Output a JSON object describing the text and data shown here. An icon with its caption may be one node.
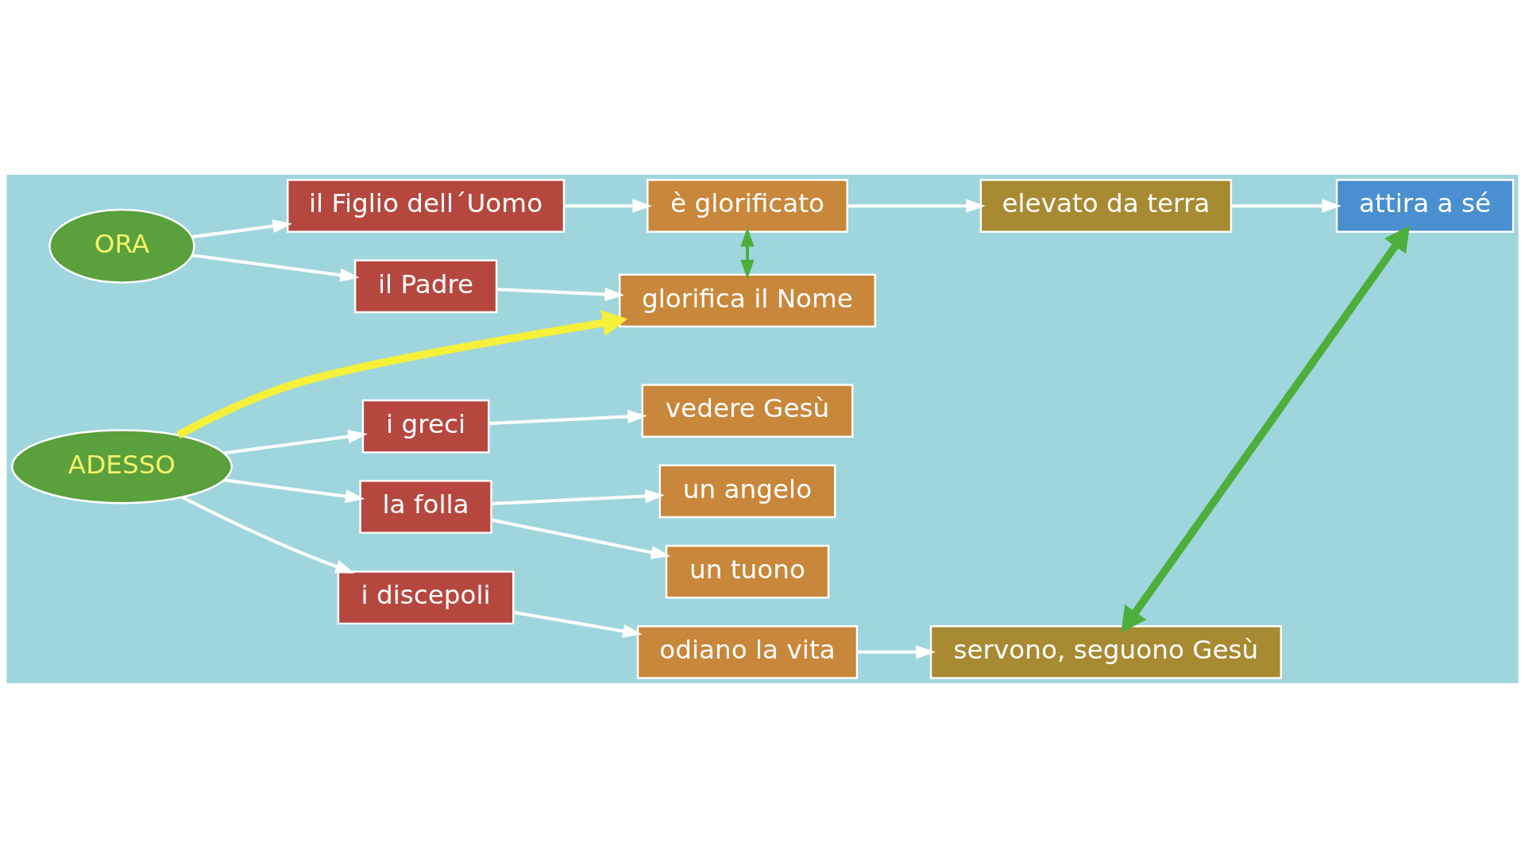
{
  "diagram": {
    "nodes": [
      {
        "text": [
          "ORA"
        ]
      },
      {
        "text": [
          "il Padre"
        ]
      },
      {
        "text": [
          "il Figlio dell´Uomo"
        ]
      },
      {
        "text": [
          "glorifica il Nome"
        ]
      },
      {
        "text": [
          "è glorificato"
        ]
      },
      {
        "text": [
          "elevato da terra"
        ]
      },
      {
        "text": [
          "attira a sé"
        ]
      },
      {
        "text": [
          "ADESSO"
        ]
      },
      {
        "text": [
          "i discepoli"
        ]
      },
      {
        "text": [
          "odiano la vita"
        ]
      },
      {
        "text": [
          "servono, seguono Gesù"
        ]
      },
      {
        "text": [
          "i greci"
        ]
      },
      {
        "text": [
          "vedere Gesù"
        ]
      },
      {
        "text": [
          "la folla"
        ]
      },
      {
        "text": [
          "un angelo"
        ]
      },
      {
        "text": [
          "un tuono"
        ]
      }
    ],
    "edges": [
      {
        "from": 0,
        "to": 1,
        "arrow": "to"
      },
      {
        "from": 0,
        "to": 2,
        "arrow": "to"
      },
      {
        "from": 1,
        "to": 3,
        "arrow": "to"
      },
      {
        "from": 2,
        "to": 4,
        "arrow": "to"
      },
      {
        "from": 3,
        "to": 4,
        "arrow": "both",
        "color": "#4caf3c"
      },
      {
        "from": 4,
        "to": 5,
        "arrow": "to"
      },
      {
        "from": 5,
        "to": 6,
        "arrow": "to"
      },
      {
        "from": 6,
        "to": 10,
        "arrow": "both",
        "color": "#4caf3c",
        "style": "thick"
      },
      {
        "from": 7,
        "to": 3,
        "arrow": "to",
        "color": "#f5f03a",
        "style": "thick"
      },
      {
        "from": 7,
        "to": 8,
        "arrow": "to"
      },
      {
        "from": 7,
        "to": 11,
        "arrow": "to"
      },
      {
        "from": 7,
        "to": 13,
        "arrow": "to"
      },
      {
        "from": 8,
        "to": 9,
        "arrow": "to"
      },
      {
        "from": 9,
        "to": 10,
        "arrow": "to"
      },
      {
        "from": 11,
        "to": 12,
        "arrow": "to"
      },
      {
        "from": 13,
        "to": 14,
        "arrow": "to"
      },
      {
        "from": 13,
        "to": 15,
        "arrow": "to"
      }
    ]
  }
}
